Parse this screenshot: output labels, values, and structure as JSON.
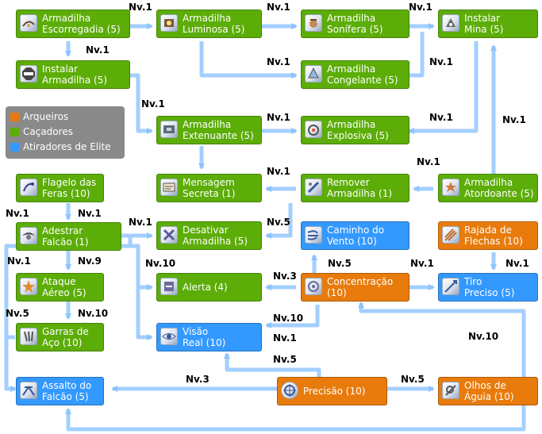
{
  "legend": {
    "items": [
      {
        "label": "Arqueiros",
        "color": "#e87b0c"
      },
      {
        "label": "Caçadores",
        "color": "#5cad08"
      },
      {
        "label": "Atiradores de Elite",
        "color": "#3399ff"
      }
    ]
  },
  "skills": {
    "armadilha_escorregadia": {
      "line1": "Armadilha",
      "line2": "Escorregadia (5)",
      "icon": "slippery-trap-icon",
      "class": "hunter"
    },
    "armadilha_luminosa": {
      "line1": "Armadilha",
      "line2": "Luminosa (5)",
      "icon": "flash-trap-icon",
      "class": "hunter"
    },
    "armadilha_sonifera": {
      "line1": "Armadilha",
      "line2": "Sonífera (5)",
      "icon": "sleep-trap-icon",
      "class": "hunter"
    },
    "instalar_mina": {
      "line1": "Instalar",
      "line2": "Mina (5)",
      "icon": "mine-icon",
      "class": "hunter"
    },
    "instalar_armadilha": {
      "line1": "Instalar",
      "line2": "Armadilha (5)",
      "icon": "stop-sign-icon",
      "class": "hunter"
    },
    "armadilha_congelante": {
      "line1": "Armadilha",
      "line2": "Congelante (5)",
      "icon": "freezing-trap-icon",
      "class": "hunter"
    },
    "armadilha_extenuante": {
      "line1": "Armadilha",
      "line2": "Extenuante (5)",
      "icon": "exhaust-trap-icon",
      "class": "hunter"
    },
    "armadilha_explosiva": {
      "line1": "Armadilha",
      "line2": "Explosiva (5)",
      "icon": "explosive-trap-icon",
      "class": "hunter"
    },
    "mensagem_secreta": {
      "line1": "Mensagem",
      "line2": "Secreta (1)",
      "icon": "message-icon",
      "class": "hunter"
    },
    "remover_armadilha": {
      "line1": "Remover",
      "line2": "Armadilha (1)",
      "icon": "remove-trap-icon",
      "class": "hunter"
    },
    "armadilha_atordoante": {
      "line1": "Armadilha",
      "line2": "Atordoante (5)",
      "icon": "stun-trap-icon",
      "class": "hunter"
    },
    "flagelo_das_feras": {
      "line1": "Flagelo das",
      "line2": "Feras (10)",
      "icon": "beast-bane-icon",
      "class": "hunter"
    },
    "adestrar_falcao": {
      "line1": "Adestrar",
      "line2": "Falcão (1)",
      "icon": "falcon-icon",
      "class": "hunter"
    },
    "desativar_armadilha": {
      "line1": "Desativar",
      "line2": "Armadilha (5)",
      "icon": "disarm-icon",
      "class": "hunter"
    },
    "caminho_do_vento": {
      "line1": "Caminho do",
      "line2": "Vento (10)",
      "icon": "wind-icon",
      "class": "sniper"
    },
    "rajada_de_flechas": {
      "line1": "Rajada de",
      "line2": "Flechas (10)",
      "icon": "arrow-shower-icon",
      "class": "archer"
    },
    "ataque_aereo": {
      "line1": "Ataque",
      "line2": "Aéreo (5)",
      "icon": "blitz-beat-icon",
      "class": "hunter"
    },
    "alerta": {
      "line1": "Alerta (4)",
      "line2": "",
      "icon": "alert-icon",
      "class": "hunter"
    },
    "concentracao": {
      "line1": "Concentração",
      "line2": "(10)",
      "icon": "concentration-icon",
      "class": "archer"
    },
    "tiro_preciso": {
      "line1": "Tiro",
      "line2": "Preciso (5)",
      "icon": "sharp-shot-icon",
      "class": "sniper"
    },
    "garras_de_aco": {
      "line1": "Garras de",
      "line2": "Aço (10)",
      "icon": "steel-claw-icon",
      "class": "hunter"
    },
    "visao_real": {
      "line1": "Visão",
      "line2": "Real (10)",
      "icon": "eye-icon",
      "class": "sniper"
    },
    "assalto_do_falcao": {
      "line1": "Assalto do",
      "line2": "Falcão (5)",
      "icon": "falcon-assault-icon",
      "class": "sniper"
    },
    "precisao": {
      "line1": "Precisão (10)",
      "line2": "",
      "icon": "accuracy-icon",
      "class": "archer"
    },
    "olhos_de_aguia": {
      "line1": "Olhos de",
      "line2": "Águia (10)",
      "icon": "owls-eye-icon",
      "class": "archer"
    }
  },
  "requirements": [
    {
      "id": "l1",
      "text": "Nv.1"
    },
    {
      "id": "l2",
      "text": "Nv.1"
    },
    {
      "id": "l3",
      "text": "Nv.1"
    },
    {
      "id": "l4",
      "text": "Nv.1"
    },
    {
      "id": "l5",
      "text": "Nv.1"
    },
    {
      "id": "l6",
      "text": "Nv.1"
    },
    {
      "id": "l7",
      "text": "Nv.1"
    },
    {
      "id": "l8",
      "text": "Nv.1"
    },
    {
      "id": "l9",
      "text": "Nv.1"
    },
    {
      "id": "l10",
      "text": "Nv.1"
    },
    {
      "id": "l11",
      "text": "Nv.1"
    },
    {
      "id": "l12",
      "text": "Nv.1"
    },
    {
      "id": "l13",
      "text": "Nv.1"
    },
    {
      "id": "l14",
      "text": "Nv.1"
    },
    {
      "id": "l15",
      "text": "Nv.1"
    },
    {
      "id": "l16",
      "text": "Nv.5"
    },
    {
      "id": "l17",
      "text": "Nv.1"
    },
    {
      "id": "l18",
      "text": "Nv.9"
    },
    {
      "id": "l19",
      "text": "Nv.10"
    },
    {
      "id": "l20",
      "text": "Nv.5"
    },
    {
      "id": "l21",
      "text": "Nv.1"
    },
    {
      "id": "l22",
      "text": "Nv.1"
    },
    {
      "id": "l23",
      "text": "Nv.3"
    },
    {
      "id": "l24",
      "text": "Nv.5"
    },
    {
      "id": "l25",
      "text": "Nv.10"
    },
    {
      "id": "l26",
      "text": "Nv.10"
    },
    {
      "id": "l27",
      "text": "Nv.1"
    },
    {
      "id": "l28",
      "text": "Nv.10"
    },
    {
      "id": "l29",
      "text": "Nv.5"
    },
    {
      "id": "l30",
      "text": "Nv.3"
    },
    {
      "id": "l31",
      "text": "Nv.5"
    }
  ]
}
